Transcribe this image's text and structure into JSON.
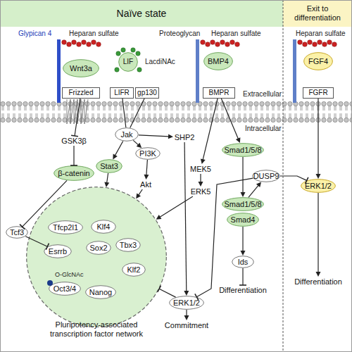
{
  "diagram": {
    "nodes": [
      {
        "text": [
          "Naïve state"
        ]
      },
      {
        "text": [
          "Exit to differentiation"
        ]
      },
      {
        "text": [
          "Wnt3a"
        ]
      },
      {
        "text": [
          "Frizzled"
        ]
      },
      {
        "text": [
          "LIF"
        ]
      },
      {
        "text": [
          "LIFR"
        ]
      },
      {
        "text": [
          "gp130"
        ]
      },
      {
        "text": [
          "BMP4"
        ]
      },
      {
        "text": [
          "BMPR"
        ]
      },
      {
        "text": [
          "FGF4"
        ]
      },
      {
        "text": [
          "FGFR"
        ]
      },
      {
        "text": [
          "GSK3β"
        ]
      },
      {
        "text": [
          "Jak"
        ]
      },
      {
        "text": [
          "SHP2"
        ]
      },
      {
        "text": [
          "Stat3"
        ]
      },
      {
        "text": [
          "PI3K"
        ]
      },
      {
        "text": [
          "β-catenin"
        ]
      },
      {
        "text": [
          "Akt"
        ]
      },
      {
        "text": [
          "MEK5"
        ]
      },
      {
        "text": [
          "Smad1/5/8"
        ]
      },
      {
        "text": [
          "DUSP9"
        ]
      },
      {
        "text": [
          "ERK5"
        ]
      },
      {
        "text": [
          "Smad1/5/8"
        ]
      },
      {
        "text": [
          "Smad4"
        ]
      },
      {
        "text": [
          "ERK1/2"
        ]
      },
      {
        "text": [
          "Tcf3"
        ]
      },
      {
        "text": [
          "Pluripotency-associated transcription factor network"
        ]
      },
      {
        "text": [
          "Tfcp2l1"
        ],
        "in": 26
      },
      {
        "text": [
          "Klf4"
        ],
        "in": 26
      },
      {
        "text": [
          "Esrrb"
        ],
        "in": 26
      },
      {
        "text": [
          "Sox2"
        ],
        "in": 26
      },
      {
        "text": [
          "Tbx3"
        ],
        "in": 26
      },
      {
        "text": [
          "Klf2"
        ],
        "in": 26
      },
      {
        "text": [
          "Oct3/4"
        ],
        "in": 26
      },
      {
        "text": [
          "Nanog"
        ],
        "in": 26
      },
      {
        "text": [
          "Ids"
        ]
      },
      {
        "text": [
          "Differentiation"
        ]
      },
      {
        "text": [
          "ERK1/2"
        ]
      },
      {
        "text": [
          "Commitment"
        ]
      },
      {
        "text": [
          "Differentiation"
        ]
      }
    ],
    "edges": [
      {
        "from": 3,
        "to": 11,
        "arrow": "to"
      },
      {
        "from": 11,
        "to": 16,
        "arrow": "to"
      },
      {
        "from": 16,
        "to": 25,
        "arrow": "to"
      },
      {
        "from": 25,
        "to": 29,
        "arrow": "to"
      },
      {
        "from": 5,
        "to": 12,
        "arrow": "none"
      },
      {
        "from": 6,
        "to": 12,
        "arrow": "none"
      },
      {
        "from": 12,
        "to": 13,
        "arrow": "to"
      },
      {
        "from": 12,
        "to": 14,
        "arrow": "to"
      },
      {
        "from": 12,
        "to": 15,
        "arrow": "to"
      },
      {
        "from": 14,
        "to": 26,
        "arrow": "to"
      },
      {
        "from": 15,
        "to": 17,
        "arrow": "to"
      },
      {
        "from": 17,
        "to": 26,
        "arrow": "to"
      },
      {
        "from": 13,
        "to": 37,
        "arrow": "to"
      },
      {
        "from": 8,
        "to": 18,
        "arrow": "to"
      },
      {
        "from": 8,
        "to": 19,
        "arrow": "to"
      },
      {
        "from": 18,
        "to": 21,
        "arrow": "to"
      },
      {
        "from": 21,
        "to": 26,
        "arrow": "to"
      },
      {
        "from": 19,
        "to": 22,
        "arrow": "to"
      },
      {
        "from": 22,
        "to": 20,
        "arrow": "to"
      },
      {
        "from": 20,
        "to": 37,
        "arrow": "to"
      },
      {
        "from": 20,
        "to": 24,
        "arrow": "to"
      },
      {
        "from": 23,
        "to": 35,
        "arrow": "to"
      },
      {
        "from": 35,
        "to": 36,
        "arrow": "to"
      },
      {
        "from": 37,
        "to": 26,
        "arrow": "to"
      },
      {
        "from": 37,
        "to": 38,
        "arrow": "to"
      },
      {
        "from": 10,
        "to": 24,
        "arrow": "to"
      },
      {
        "from": 24,
        "to": 39,
        "arrow": "to"
      }
    ],
    "labels": [
      "Glypican 4",
      "Heparan sulfate",
      "Proteoglycan",
      "Heparan sulfate",
      "Heparan sulfate",
      "LacdiNAc",
      "Extracellular",
      "Intracellular",
      "O-GlcNAc"
    ]
  }
}
